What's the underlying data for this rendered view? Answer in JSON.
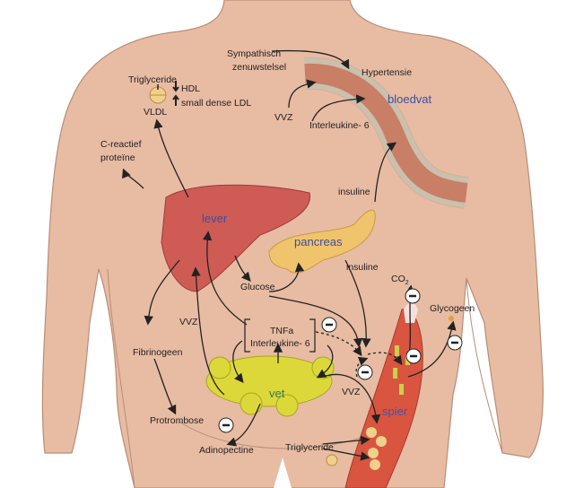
{
  "labels": {
    "sympathisch": "Sympathisch",
    "zenuwstelsel": "zenuwstelsel",
    "hypertensie": "Hypertensie",
    "bloedvat": "bloedvat",
    "triglyceride_top": "Triglyceride",
    "hdl": "HDL",
    "small_dense_ldl": "small dense LDL",
    "vldl": "VLDL",
    "vvz_top": "VVZ",
    "interleukine_top": "Interleukine- 6",
    "c_reactief": "C-reactief",
    "proteine": "proteïne",
    "lever": "lever",
    "insuline_top": "insuline",
    "pancreas": "pancreas",
    "insuline_mid": "insuline",
    "glucose": "Glucose",
    "co2": "CO",
    "co2_sub": "2",
    "glycogeen": "Glycogeen",
    "vvz_left": "VVZ",
    "tnfa": "TNFa",
    "interleukine_mid": "Interleukine- 6",
    "fibrinogeen": "Fibrinogeen",
    "vet": "vet",
    "vvz_right": "VVZ",
    "spier": "spier",
    "protrombose": "Protrombose",
    "adinopectine": "Adinopectine",
    "triglyceride_bottom": "Triglyceride"
  },
  "colors": {
    "skin": "#e8bba3",
    "liver": "#cf5b55",
    "pancreas": "#f0c36d",
    "fat": "#dcd83a",
    "muscle": "#d9553f",
    "vessel": "#d97a62",
    "label_blue": "#3a4fa0"
  }
}
